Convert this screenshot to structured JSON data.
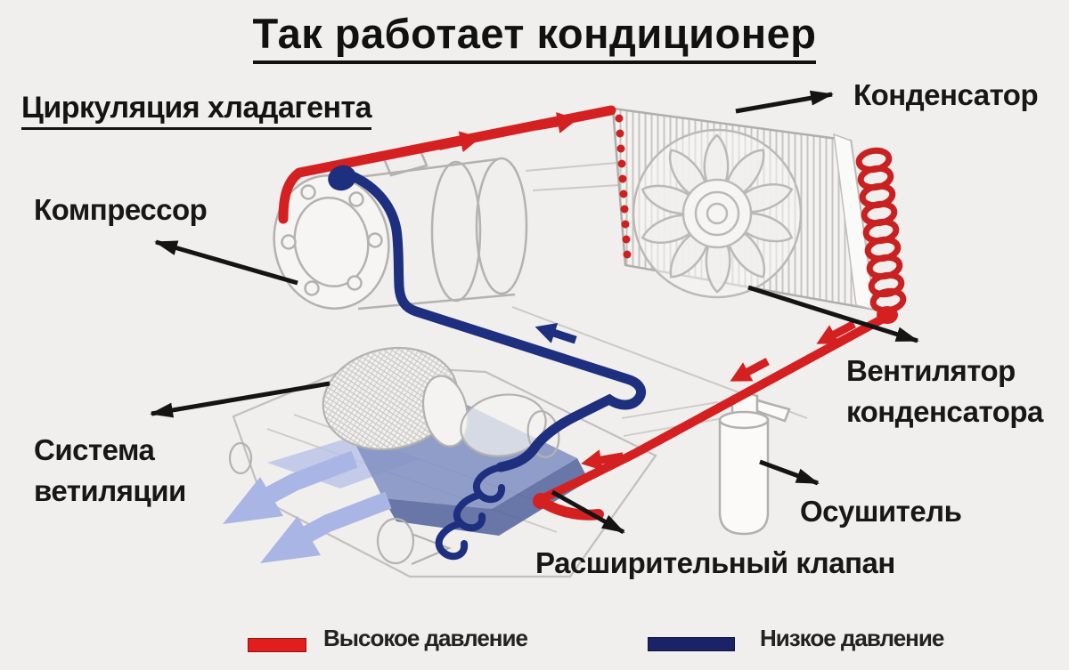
{
  "title": "Так работает кондиционер",
  "subtitle": "Циркуляция хладагента",
  "labels": {
    "compressor": "Компрессор",
    "condenser": "Конденсатор",
    "condenser_fan": [
      "Вентилятор",
      "конденсатора"
    ],
    "drier": "Осушитель",
    "expansion_valve": "Расширительный клапан",
    "ventilation": [
      "Система",
      "ветиляции"
    ]
  },
  "legend": {
    "high_pressure_label": "Высокое давление",
    "low_pressure_label": "Низкое давление",
    "high_pressure_color": "#e21d1d",
    "low_pressure_color": "#1b2366"
  },
  "colors": {
    "high_pressure_pipe": "#d42020",
    "low_pressure_pipe": "#1d2f7e",
    "annotation_arrows": "#141414",
    "airflow_arrows": "#a9b5e4",
    "line_art": "#b4b2ae",
    "background": "#f0efed"
  }
}
